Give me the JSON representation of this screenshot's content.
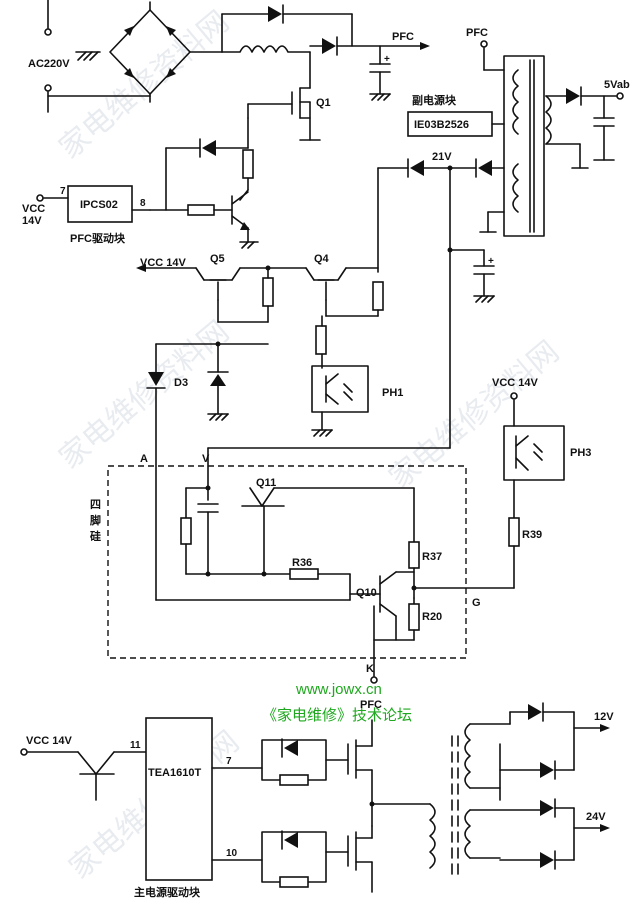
{
  "labels": {
    "ac": "AC220V",
    "pfc_top": "PFC",
    "pfc_right": "PFC",
    "out_5v": "5Vab",
    "aux_block_title": "副电源块",
    "aux_ic": "IE03B2526",
    "v21": "21V",
    "q1": "Q1",
    "pin7": "7",
    "vcc_left": "VCC",
    "v14_left": "14V",
    "pfc_ic": "IPCS02",
    "pin8": "8",
    "pfc_drv": "PFC驱动块",
    "vcc14_arrow": "VCC 14V",
    "q5": "Q5",
    "q4": "Q4",
    "d3": "D3",
    "ph1": "PH1",
    "vcc14_ph3": "VCC 14V",
    "ph3": "PH3",
    "node_a": "A",
    "node_v": "V",
    "four_pin_1": "四",
    "four_pin_2": "脚",
    "four_pin_3": "硅",
    "q11": "Q11",
    "r37": "R37",
    "r39": "R39",
    "r36": "R36",
    "q10": "Q10",
    "r20": "R20",
    "node_g": "G",
    "node_k": "K",
    "pfc_bottom": "PFC",
    "vcc14_bottom": "VCC 14V",
    "pin11": "11",
    "pin7b": "7",
    "main_ic": "TEA1610T",
    "pin10": "10",
    "main_drv": "主电源驱动块",
    "out_12v": "12V",
    "out_24v": "24V",
    "site_url": "www.jowx.cn",
    "site_name": "《家电维修》技术论坛"
  },
  "watermarks": [
    "家电维修资料网",
    "家电维修资料网",
    "家电维修资料网",
    "家电维修资料网"
  ]
}
